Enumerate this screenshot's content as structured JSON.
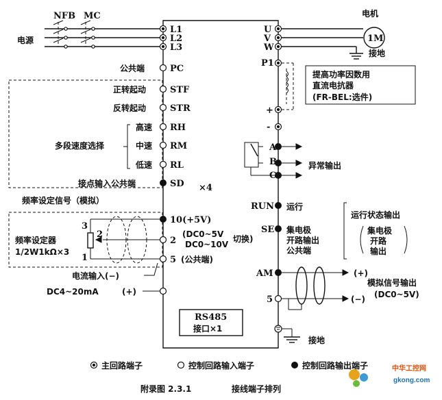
{
  "power": {
    "nfb": "NFB",
    "mc": "MC",
    "source": "电源"
  },
  "motor": {
    "label": "电机",
    "symbol": "1M",
    "ground": "接地"
  },
  "main_terminals": {
    "l1": "L1",
    "l2": "L2",
    "l3": "L3",
    "u": "U",
    "v": "V",
    "w": "W",
    "p1": "P1",
    "plus": "+",
    "minus": "-"
  },
  "reactor": {
    "line1": "提高功率因数用",
    "line2": "直流电抗器",
    "line3": "(FR-BEL:选件)"
  },
  "inputs": {
    "pc_label": "公共端",
    "pc": "PC",
    "stf_label": "正转起动",
    "stf": "STF",
    "str_label": "反转起动",
    "str": "STR",
    "multi_speed": "多段速度选择",
    "rh_label": "高速",
    "rh": "RH",
    "rm_label": "中速",
    "rm": "RM",
    "rl_label": "低速",
    "rl": "RL",
    "sd_label": "接点输入公共端",
    "sd": "SD",
    "x4": "×4"
  },
  "alarm": {
    "a": "A",
    "b": "B",
    "c": "C",
    "label": "异常输出"
  },
  "frequency": {
    "title": "频率设定信号（模拟）",
    "t10": "10(+5V)",
    "t2": "2",
    "range1": "(DC0~5V",
    "range2": "DC0~10V",
    "switch": "切换)",
    "t5": "5",
    "t5_label": "(公共端)",
    "pot_label": "频率设定器",
    "pot_spec": "1/2W1kΩ×3",
    "pin3": "3",
    "pin2": "2",
    "pin1": "1",
    "current_input": "电流输入(−)",
    "dc420": "DC4~20mA",
    "dc420_sign": "(+)"
  },
  "run_outputs": {
    "run": "RUN",
    "run_label": "运行",
    "se": "SE",
    "se1": "集电极",
    "se2": "开路输出",
    "se3": "公共端",
    "status_title": "运行状态输出",
    "oc1": "集电极",
    "oc2": "开路",
    "oc3": "输出"
  },
  "analog_out": {
    "am": "AM",
    "plus": "(+)",
    "label": "模拟信号输出",
    "range": "(DC0~5V)",
    "t5": "5",
    "minus": "(−)"
  },
  "rs485": {
    "line1": "RS485",
    "line2": "接口×1"
  },
  "ground": "接地",
  "legend": {
    "main": "主回路端子",
    "ctrl_in": "控制回路输入端子",
    "ctrl_out": "控制回路输出端子"
  },
  "caption": {
    "fig": "附录图 2.3.1",
    "title": "接线端子排列"
  },
  "watermark": {
    "name": "中华工控网",
    "url": "gkong.com"
  }
}
